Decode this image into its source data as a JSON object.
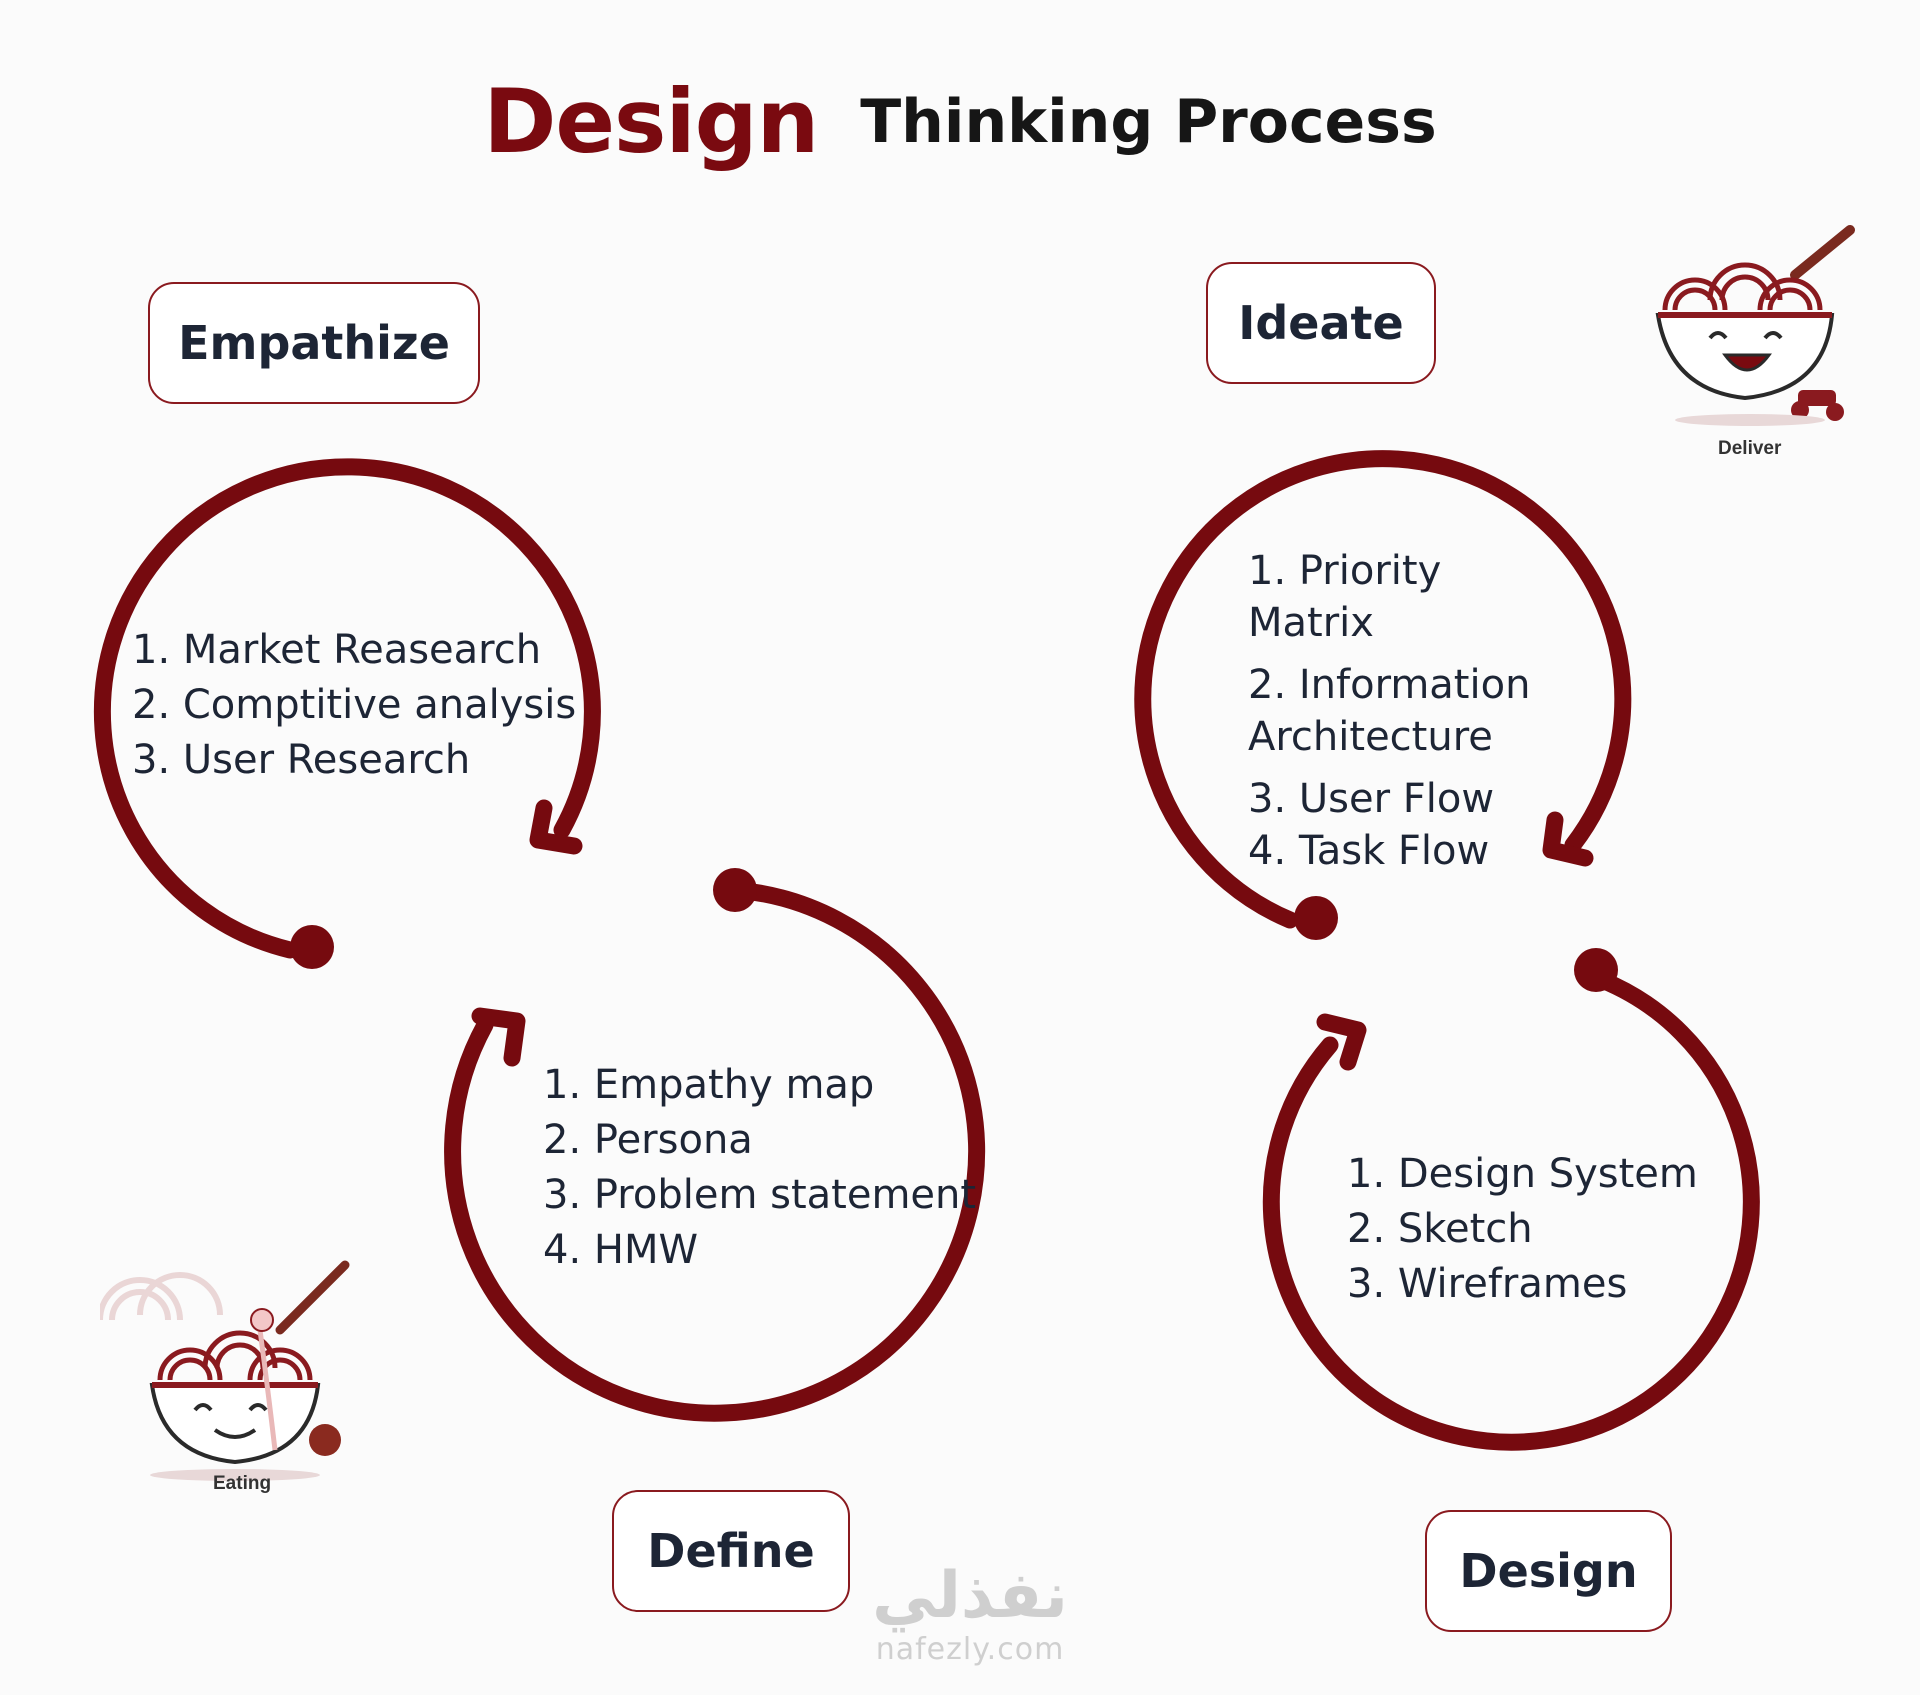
{
  "title": {
    "accent": "Design",
    "rest": "Thinking Process"
  },
  "stages": [
    {
      "label": "Empathize",
      "items": [
        "1. Market Reasearch",
        "2. Comptitive analysis",
        "3. User Research"
      ]
    },
    {
      "label": "Define",
      "items": [
        "1. Empathy map",
        "2. Persona",
        "3. Problem statement",
        "4. HMW"
      ]
    },
    {
      "label": "Ideate",
      "items": [
        "1. Priority Matrix",
        "2.  Information Architecture",
        "3. User Flow",
        "4. Task Flow"
      ]
    },
    {
      "label": "Design",
      "items": [
        "1. Design System",
        "2. Sketch",
        "3. Wireframes"
      ]
    }
  ],
  "mascots": {
    "top_right": "Deliver",
    "bottom_left": "Eating"
  },
  "watermark": {
    "arabic": "نفذلي",
    "url": "nafezly.com"
  },
  "colors": {
    "accent": "#7a0a10",
    "text": "#1d2535"
  }
}
